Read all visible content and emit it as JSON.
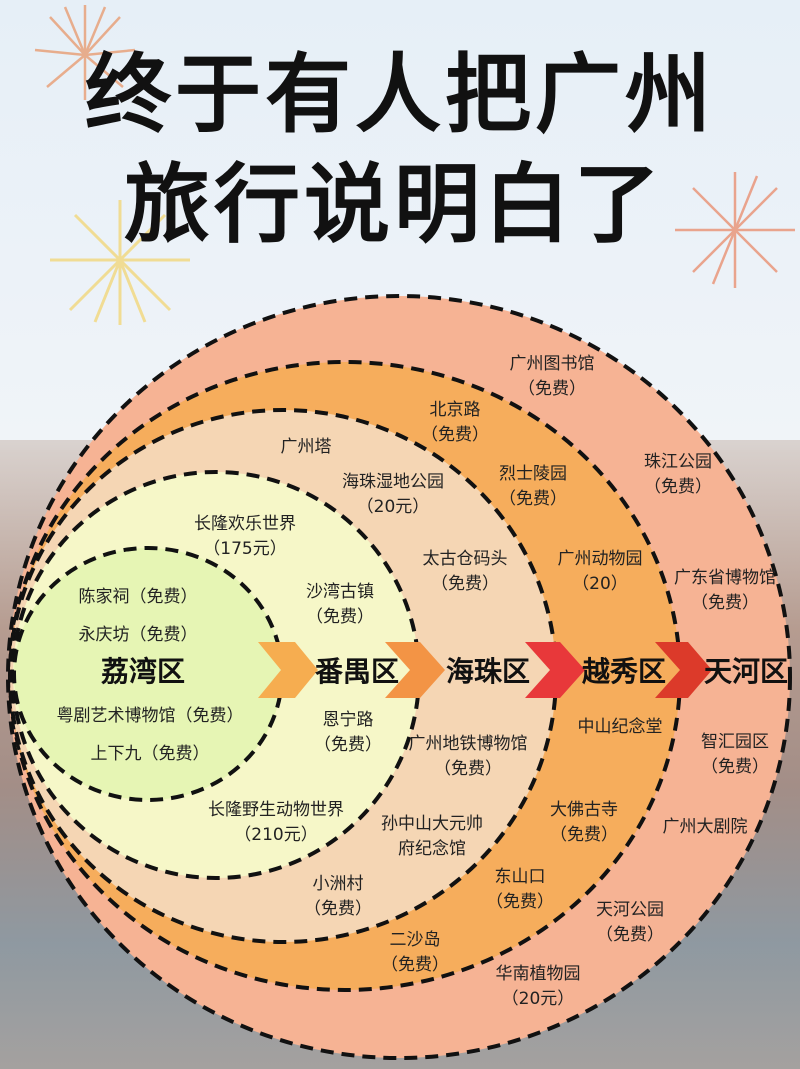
{
  "title": {
    "line1": "终于有人把广州",
    "line2": "旅行说明白了"
  },
  "colors": {
    "liwan": "#e6f5b4",
    "panyu": "#f6f7c8",
    "haizhu": "#f5d6b4",
    "yuexiu": "#f6ad5c",
    "tianhe": "#f6b394",
    "arrow1": "#f6ad50",
    "arrow2": "#f39445",
    "arrow3": "#e8383a",
    "arrow4": "#dc3a2a",
    "dash": "#111111"
  },
  "districts": [
    {
      "name": "荔湾区"
    },
    {
      "name": "番禺区"
    },
    {
      "name": "海珠区"
    },
    {
      "name": "越秀区"
    },
    {
      "name": "天河区"
    }
  ],
  "attractions": {
    "liwan": [
      {
        "name": "陈家祠（免费）"
      },
      {
        "name": "永庆坊（免费）"
      },
      {
        "name": "粤剧艺术博物馆（免费）"
      },
      {
        "name": "上下九（免费）"
      }
    ],
    "panyu": [
      {
        "name": "长隆欢乐世界",
        "price": "（175元）"
      },
      {
        "name": "沙湾古镇",
        "price": "（免费）"
      },
      {
        "name": "恩宁路",
        "price": "（免费）"
      },
      {
        "name": "长隆野生动物世界",
        "price": "（210元）"
      }
    ],
    "haizhu": [
      {
        "name": "广州塔"
      },
      {
        "name": "海珠湿地公园",
        "price": "（20元）"
      },
      {
        "name": "太古仓码头",
        "price": "（免费）"
      },
      {
        "name": "广州地铁博物馆",
        "price": "（免费）"
      },
      {
        "name": "孙中山大元帅",
        "price": "府纪念馆"
      },
      {
        "name": "小洲村",
        "price": "（免费）"
      }
    ],
    "yuexiu": [
      {
        "name": "北京路",
        "price": "（免费）"
      },
      {
        "name": "烈士陵园",
        "price": "（免费）"
      },
      {
        "name": "广州动物园",
        "price": "（20）"
      },
      {
        "name": "中山纪念堂"
      },
      {
        "name": "大佛古寺",
        "price": "（免费）"
      },
      {
        "name": "东山口",
        "price": "（免费）"
      },
      {
        "name": "二沙岛",
        "price": "（免费）"
      }
    ],
    "tianhe": [
      {
        "name": "广州图书馆",
        "price": "（免费）"
      },
      {
        "name": "珠江公园",
        "price": "（免费）"
      },
      {
        "name": "广东省博物馆",
        "price": "（免费）"
      },
      {
        "name": "智汇园区",
        "price": "（免费）"
      },
      {
        "name": "广州大剧院"
      },
      {
        "name": "天河公园",
        "price": "（免费）"
      },
      {
        "name": "华南植物园",
        "price": "（20元）"
      }
    ]
  }
}
